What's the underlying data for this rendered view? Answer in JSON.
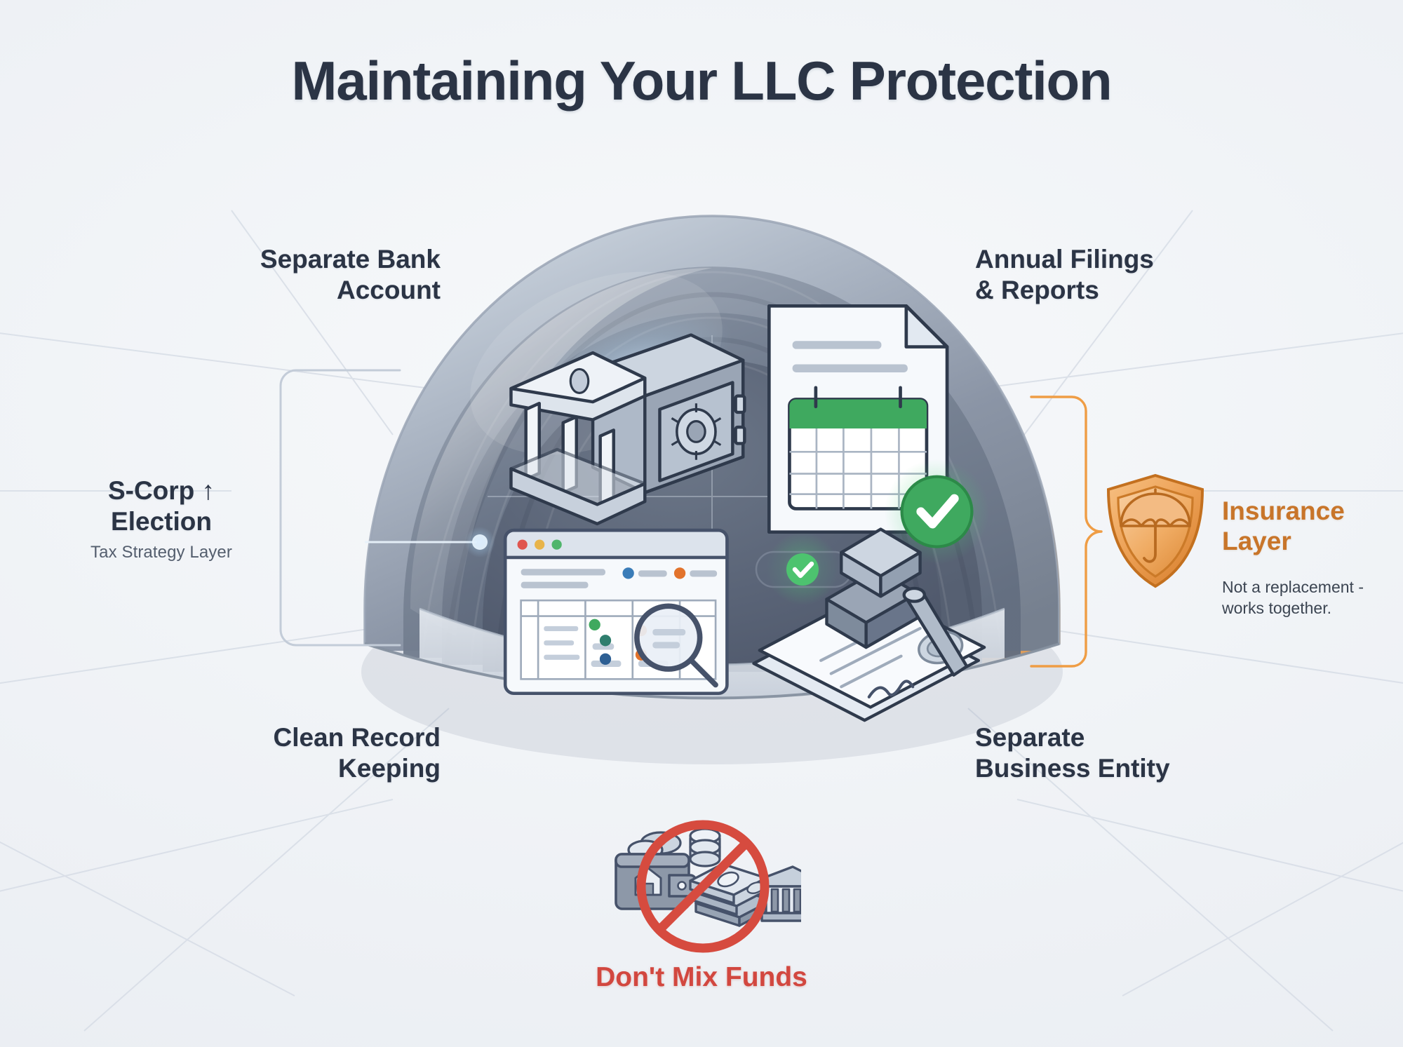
{
  "page": {
    "title": "Maintaining Your LLC Protection",
    "background_color": "#eef1f5",
    "title_color": "#2b3445"
  },
  "quadrant_labels": {
    "top_left": "Separate Bank\nAccount",
    "top_right": "Annual Filings\n& Reports",
    "bottom_left": "Clean Record\nKeeping",
    "bottom_right": "Separate\nBusiness Entity"
  },
  "left_callout": {
    "title": "S-Corp ↑\nElection",
    "subtitle": "Tax Strategy Layer",
    "title_color": "#2b3445",
    "subtitle_color": "#545e6e",
    "bracket_color": "#c3ccd8"
  },
  "right_callout": {
    "title": "Insurance\nLayer",
    "subtitle": "Not a replacement -\nworks together.",
    "title_color": "#c8752a",
    "subtitle_color": "#3c4552",
    "bracket_color": "#ef9d45",
    "icon": "shield-umbrella-icon"
  },
  "bottom_callout": {
    "label": "Don't Mix Funds",
    "label_color": "#d2473f",
    "icon": "no-mixing-funds-icon"
  },
  "dome": {
    "description": "Layered protective dome / bubble over four LLC-compliance icons",
    "shell_colors": [
      "#aab4c2",
      "#8c96a6",
      "#6f7a8c",
      "#5e697c",
      "#515b6d"
    ],
    "highlight_color": "#dfe8f2",
    "insurance_shell_color": "#e8a258"
  },
  "quadrant_icons": [
    {
      "id": "bank-vault-icon",
      "name": "Separate Bank Account",
      "quadrant": "top-left"
    },
    {
      "id": "calendar-filing-icon",
      "name": "Annual Filings & Reports",
      "quadrant": "top-right",
      "badge": "green-check-badge"
    },
    {
      "id": "records-table-icon",
      "name": "Clean Record Keeping",
      "quadrant": "bottom-left"
    },
    {
      "id": "gavel-document-icon",
      "name": "Separate Business Entity",
      "quadrant": "bottom-right"
    }
  ],
  "accent_colors": {
    "green_check": "#3bab5a",
    "orange": "#ef9d45",
    "red": "#d2473f",
    "navy": "#2b3445"
  }
}
